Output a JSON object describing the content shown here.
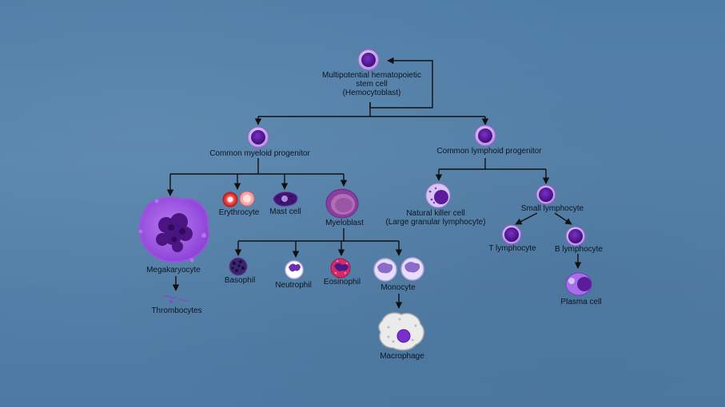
{
  "labels": {
    "stem_line1": "Multipotential hematopoietic",
    "stem_line2": "stem cell",
    "stem_line3": "(Hemocytoblast)",
    "common_myeloid": "Common myeloid progenitor",
    "common_lymphoid": "Common lymphoid progenitor",
    "erythrocyte": "Erythrocyte",
    "mast_cell": "Mast cell",
    "myeloblast": "Myeloblast",
    "megakaryocyte": "Megakaryocyte",
    "thrombocytes": "Thrombocytes",
    "basophil": "Basophil",
    "neutrophil": "Neutrophil",
    "eosinophil": "Eosinophil",
    "monocyte": "Monocyte",
    "macrophage": "Macrophage",
    "nk_line1": "Natural killer cell",
    "nk_line2": "(Large granular lymphocyte)",
    "small_lymphocyte": "Small lymphocyte",
    "t_lymphocyte": "T lymphocyte",
    "b_lymphocyte": "B lymphocyte",
    "plasma_cell": "Plasma cell"
  },
  "colors": {
    "background": "#4e7da6",
    "cell_nucleus": "#5a1c9a",
    "cell_membrane": "#c9a6ef",
    "line": "#111111"
  }
}
